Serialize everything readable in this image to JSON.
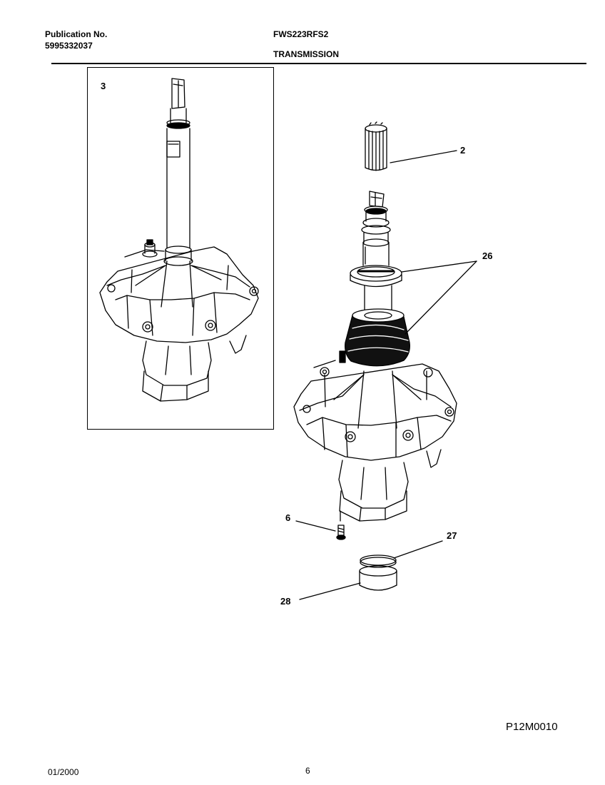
{
  "header": {
    "publication_label": "Publication No.",
    "publication_number": "5995332037",
    "model": "FWS223RFS2",
    "section": "TRANSMISSION"
  },
  "callouts": {
    "inset_transmission": "3",
    "spline": "2",
    "seal_kit": "26",
    "screw": "6",
    "ring": "27",
    "bearing": "28"
  },
  "drawing_id": "P12M0010",
  "footer": {
    "date": "01/2000",
    "page": "6"
  }
}
